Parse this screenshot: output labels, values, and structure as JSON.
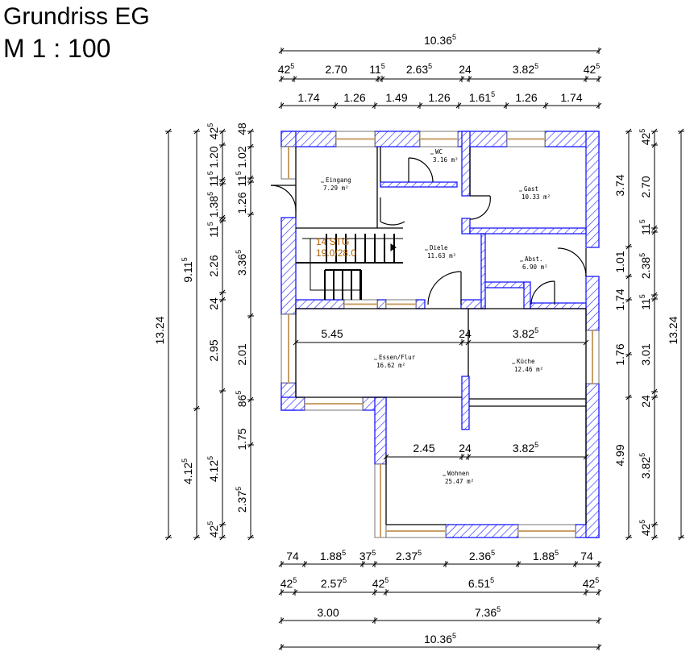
{
  "title": {
    "line1": "Grundriss EG",
    "line2": "M 1 : 100"
  },
  "rooms": [
    {
      "name": "Eingang",
      "area": "7.29  m²"
    },
    {
      "name": "WC",
      "area": "3.16  m²"
    },
    {
      "name": "Gast",
      "area": "10.33  m²"
    },
    {
      "name": "Diele",
      "area": "11.63  m²"
    },
    {
      "name": "Abst.",
      "area": "6.90  m²"
    },
    {
      "name": "Essen/Flur",
      "area": "16.62  m²"
    },
    {
      "name": "Küche",
      "area": "12.46  m²"
    },
    {
      "name": "Wohnen",
      "area": "25.47  m²"
    }
  ],
  "stair": {
    "steps": "14 STG",
    "ratio": "19.0/28.0"
  },
  "colors": {
    "wall": "#1a1aff",
    "window": "#c8a068",
    "stair_text": "#b06000"
  },
  "dimensions": {
    "top": [
      [
        {
          "v": "10.36",
          "s": "5"
        }
      ],
      [
        {
          "v": "42",
          "s": "5"
        },
        {
          "v": "2.70"
        },
        {
          "v": "11",
          "s": "5"
        },
        {
          "v": "2.63",
          "s": "5"
        },
        {
          "v": "24"
        },
        {
          "v": "3.82",
          "s": "5"
        },
        {
          "v": "42",
          "s": "5"
        }
      ],
      [
        {
          "v": "1.74"
        },
        {
          "v": "1.26"
        },
        {
          "v": "1.49"
        },
        {
          "v": "1.26"
        },
        {
          "v": "1.61",
          "s": "5"
        },
        {
          "v": "1.26"
        },
        {
          "v": "1.74"
        }
      ]
    ],
    "bottom": [
      [
        {
          "v": "74"
        },
        {
          "v": "1.88",
          "s": "5"
        },
        {
          "v": "37",
          "s": "5"
        },
        {
          "v": "2.37",
          "s": "5"
        },
        {
          "v": "2.36",
          "s": "5"
        },
        {
          "v": "1.88",
          "s": "5"
        },
        {
          "v": "74"
        }
      ],
      [
        {
          "v": "42",
          "s": "5"
        },
        {
          "v": "2.57",
          "s": "5"
        },
        {
          "v": "42",
          "s": "5"
        },
        {
          "v": "6.51",
          "s": "5"
        },
        {
          "v": "42",
          "s": "5"
        }
      ],
      [
        {
          "v": "3.00"
        },
        {
          "v": "7.36",
          "s": "5"
        }
      ],
      [
        {
          "v": "10.36",
          "s": "5"
        }
      ]
    ],
    "left": [
      [
        {
          "v": "13.24"
        }
      ],
      [
        {
          "v": "9.11",
          "s": "5"
        },
        {
          "v": "4.12",
          "s": "5"
        }
      ],
      [
        {
          "v": "42",
          "s": "5"
        },
        {
          "v": "1.20"
        },
        {
          "v": "11",
          "s": "5"
        },
        {
          "v": "1.38",
          "s": "5"
        },
        {
          "v": "11",
          "s": "5"
        },
        {
          "v": "2.26"
        },
        {
          "v": "24"
        },
        {
          "v": "2.95"
        },
        {
          "v": "4.12",
          "s": "5"
        },
        {
          "v": "42",
          "s": "5"
        }
      ],
      [
        {
          "v": "48"
        },
        {
          "v": "1.02"
        },
        {
          "v": "11",
          "s": "5"
        },
        {
          "v": "1.26"
        },
        {
          "v": "3.36",
          "s": "5"
        },
        {
          "v": "2.01"
        },
        {
          "v": "86",
          "s": "5"
        },
        {
          "v": "1.75"
        },
        {
          "v": "2.37",
          "s": "5"
        }
      ]
    ],
    "right": [
      [
        {
          "v": "3.74"
        },
        {
          "v": "1.01"
        },
        {
          "v": "1.74"
        },
        {
          "v": "1.76"
        },
        {
          "v": "4.99"
        }
      ],
      [
        {
          "v": "42",
          "s": "5"
        },
        {
          "v": "2.70"
        },
        {
          "v": "11",
          "s": "5"
        },
        {
          "v": "2.38",
          "s": "5"
        },
        {
          "v": "11",
          "s": "5"
        },
        {
          "v": "3.01"
        },
        {
          "v": "24"
        },
        {
          "v": "3.82",
          "s": "5"
        },
        {
          "v": "42",
          "s": "5"
        }
      ],
      [
        {
          "v": "13.24"
        }
      ]
    ],
    "inner": [
      [
        {
          "v": "5.45"
        },
        {
          "v": "24"
        },
        {
          "v": "3.82",
          "s": "5"
        }
      ],
      [
        {
          "v": "2.45"
        },
        {
          "v": "24"
        },
        {
          "v": "3.82",
          "s": "5"
        }
      ]
    ]
  }
}
